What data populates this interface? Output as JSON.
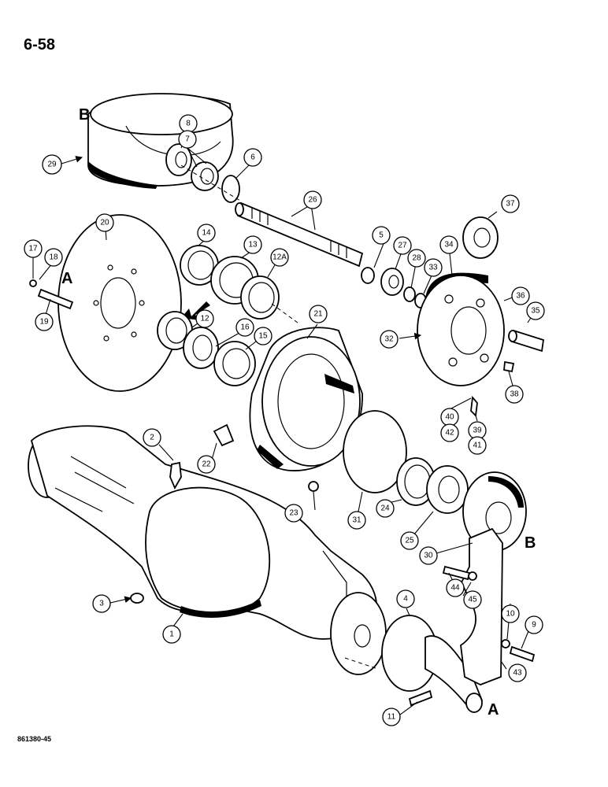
{
  "page_number": "6-58",
  "drawing_code": "861380-45",
  "reference_letters": [
    "A",
    "B"
  ],
  "callouts": [
    "1",
    "2",
    "3",
    "4",
    "5",
    "6",
    "7",
    "8",
    "9",
    "10",
    "11",
    "12",
    "12A",
    "13",
    "14",
    "15",
    "16",
    "17",
    "18",
    "19",
    "20",
    "21",
    "22",
    "23",
    "24",
    "25",
    "26",
    "27",
    "28",
    "29",
    "30",
    "31",
    "32",
    "33",
    "34",
    "35",
    "36",
    "37",
    "38",
    "39",
    "40",
    "41",
    "42",
    "43",
    "44",
    "45"
  ]
}
